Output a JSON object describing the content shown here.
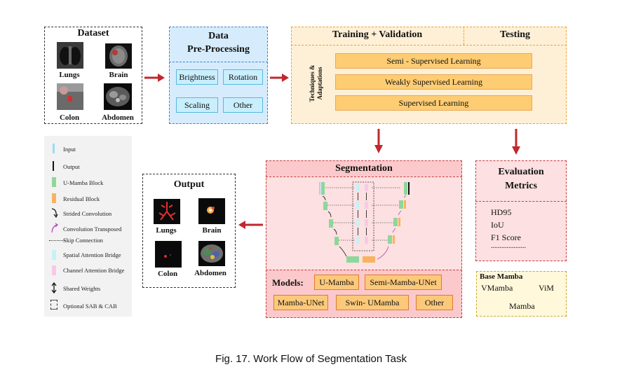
{
  "dataset": {
    "title": "Dataset",
    "items": [
      {
        "label": "Lungs"
      },
      {
        "label": "Brain"
      },
      {
        "label": "Colon"
      },
      {
        "label": "Abdomen"
      }
    ]
  },
  "preprocessing": {
    "title_line1": "Data",
    "title_line2": "Pre-Processing",
    "items": [
      "Brightness",
      "Rotation",
      "Scaling",
      "Other"
    ]
  },
  "training": {
    "title": "Training + Validation",
    "testing_title": "Testing",
    "side_label_line1": "Techniques &",
    "side_label_line2": "Adaptations",
    "methods": [
      "Semi - Supervised Learning",
      "Weakly Supervised Learning",
      "Supervised Learning"
    ]
  },
  "legend": {
    "items": [
      {
        "label": "Input",
        "icon": "blue-bar",
        "color": "#9fd9f5"
      },
      {
        "label": "Output",
        "icon": "black-bar",
        "color": "#111111"
      },
      {
        "label": "U-Mamba Block",
        "icon": "green-block",
        "color": "#8ed79a"
      },
      {
        "label": "Residual Block",
        "icon": "orange-block",
        "color": "#f7b35e"
      },
      {
        "label": "Strided Convolution",
        "icon": "curved-arrow-black"
      },
      {
        "label": "Convolution Transposed",
        "icon": "curved-arrow-purple"
      },
      {
        "label": "Skip Connection",
        "icon": "dotted-line"
      },
      {
        "label": "Spatial Attention Bridge",
        "icon": "cyan-block",
        "color": "#c5f2f7"
      },
      {
        "label": "Channel Attention Bridge",
        "icon": "pink-block",
        "color": "#f8c9e6"
      },
      {
        "label": "Shared Weights",
        "icon": "double-arrow"
      },
      {
        "label": "Optional SAB & CAB",
        "icon": "dashed-box"
      }
    ]
  },
  "output": {
    "title": "Output",
    "items": [
      {
        "label": "Lungs"
      },
      {
        "label": "Brain"
      },
      {
        "label": "Colon"
      },
      {
        "label": "Abdomen"
      }
    ]
  },
  "segmentation": {
    "title": "Segmentation",
    "models_label": "Models:",
    "models": [
      "U-Mamba",
      "Semi-Mamba-UNet",
      "Mamba-UNet",
      "Swin- UMamba",
      "Other"
    ]
  },
  "evaluation": {
    "title_line1": "Evaluation",
    "title_line2": "Metrics",
    "metrics": [
      "HD95",
      "IoU",
      "F1 Score",
      "...................."
    ]
  },
  "base_mamba": {
    "title": "Base Mamba",
    "items": [
      "VMamba",
      "ViM",
      "Mamba"
    ]
  },
  "caption": "Fig. 17.  Work Flow of Segmentation Task",
  "colors": {
    "blue_fill": "#d6ecfc",
    "blue_border": "#3a7fd0",
    "orange_fill": "#fef0d6",
    "orange_border": "#f0a030",
    "red_fill": "#fbc9cb",
    "red_border": "#c93a3e",
    "pink_fill": "#fde0e1",
    "arrow_red": "#c0282c",
    "base_fill": "#fff8da",
    "base_border": "#caa623"
  }
}
